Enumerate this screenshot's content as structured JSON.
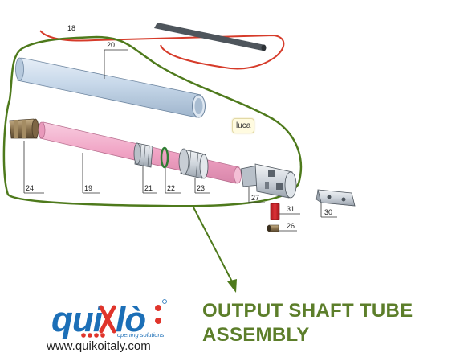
{
  "title": {
    "line1": "OUTPUT SHAFT TUBE",
    "line2": "ASSEMBLY"
  },
  "website": "www.quikoitaly.com",
  "logo": {
    "brand": "qui",
    "brand2": "lò",
    "tagline": "opening solutions"
  },
  "note_label": "luca",
  "parts": {
    "p20": "20",
    "p24": "24",
    "p19": "19",
    "p21": "21",
    "p22": "22",
    "p23": "23",
    "p27": "27",
    "p31": "31",
    "p26": "26",
    "p30": "30"
  },
  "colors": {
    "highlight_outline": "#4e7a1c",
    "previous_outline": "#d63b2a",
    "title_green": "#5c7e2a",
    "logo_blue": "#1c6fb7",
    "logo_red": "#e0342b",
    "tube_blue": "#c7d8ea",
    "tube_pink": "#f2a6c6"
  }
}
